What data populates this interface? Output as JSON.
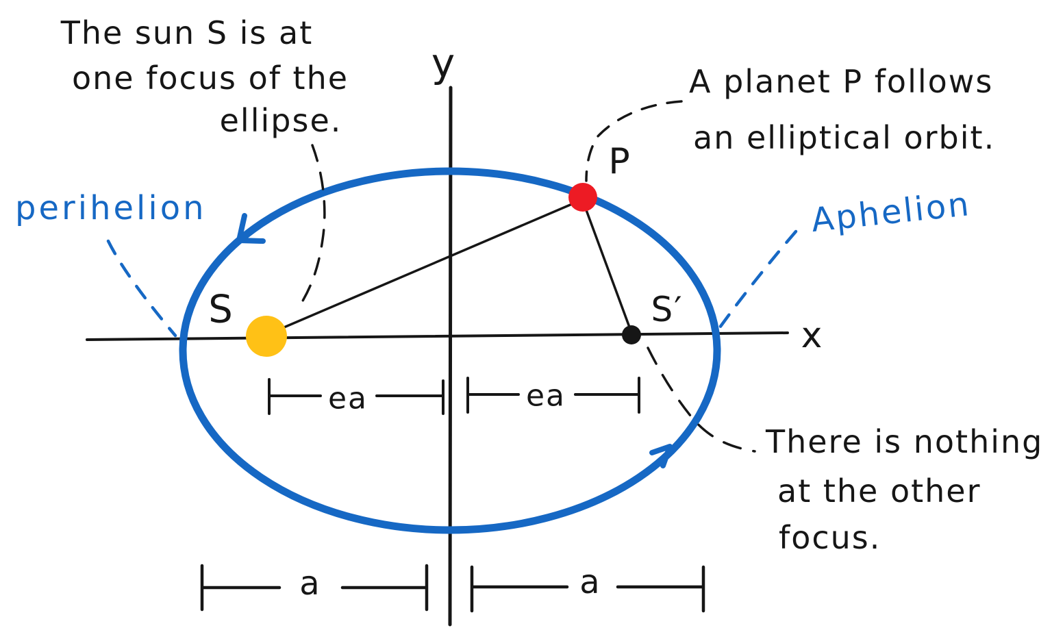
{
  "colors": {
    "ink": "#161616",
    "orbit_blue": "#1668C4",
    "sun_yellow": "#FFC116",
    "planet_red": "#ED1B24"
  },
  "notes": {
    "sun_note": {
      "line1": "The sun S is at",
      "line2": "one focus of the",
      "line3": "ellipse."
    },
    "planet_note": {
      "line1": "A planet P follows",
      "line2": "an elliptical orbit."
    },
    "nothing_note": {
      "line1": "There is nothing",
      "line2": "at the other",
      "line3": "focus."
    }
  },
  "labels": {
    "perihelion": "perihelion",
    "aphelion": "Aphelion"
  },
  "diagram": {
    "x_axis": "x",
    "y_axis": "y",
    "sun": "S",
    "planet": "P",
    "empty_focus": "S′",
    "ea_left": "ea",
    "ea_right": "ea",
    "a_left": "a",
    "a_right": "a"
  }
}
